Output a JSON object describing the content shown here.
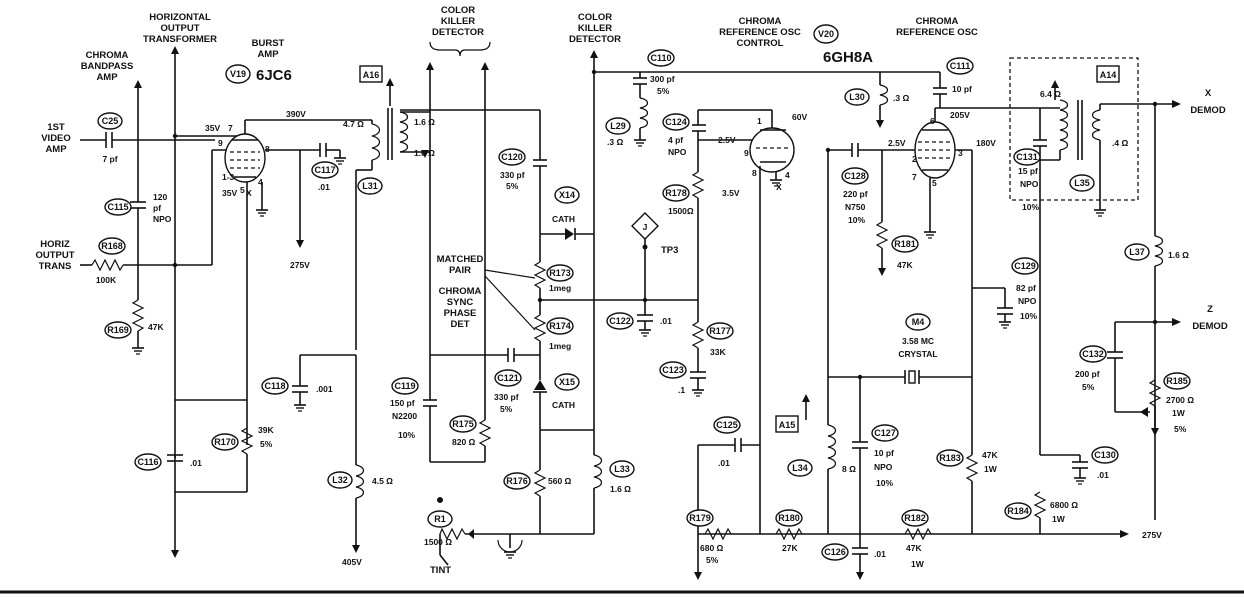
{
  "headings": {
    "horizontal_output_transformer": [
      "HORIZONTAL",
      "OUTPUT",
      "TRANSFORMER"
    ],
    "chroma_bandpass_amp": [
      "CHROMA",
      "BANDPASS",
      "AMP"
    ],
    "burst_amp": [
      "BURST",
      "AMP"
    ],
    "color_killer_detector_1": [
      "COLOR",
      "KILLER",
      "DETECTOR"
    ],
    "color_killer_detector_2": [
      "COLOR",
      "KILLER",
      "DETECTOR"
    ],
    "chroma_ref_osc_control": [
      "CHROMA",
      "REFERENCE OSC",
      "CONTROL"
    ],
    "chroma_ref_osc": [
      "CHROMA",
      "REFERENCE OSC"
    ],
    "first_video_amp": [
      "1ST",
      "VIDEO",
      "AMP"
    ],
    "horiz_output_trans": [
      "HORIZ",
      "OUTPUT",
      "TRANS"
    ],
    "matched_pair": [
      "MATCHED",
      "PAIR"
    ],
    "chroma_sync_phase_det": [
      "CHROMA",
      "SYNC",
      "PHASE",
      "DET"
    ],
    "x_demod": [
      "X",
      "DEMOD"
    ],
    "z_demod": [
      "Z",
      "DEMOD"
    ],
    "tint": "TINT",
    "tp3": "TP3",
    "tp_marker": "J"
  },
  "tubes": {
    "v19": {
      "ref": "V19",
      "type": "6JC6"
    },
    "v20": {
      "ref": "V20",
      "type": "6GH8A"
    }
  },
  "modules": {
    "a16": "A16",
    "a15": "A15",
    "a14": "A14"
  },
  "voltages": {
    "v35_top": "35V",
    "v390": "390V",
    "v35_bot": "35V",
    "v275_mid": "275V",
    "v405": "405V",
    "v60": "60V",
    "v25_left": "2.5V",
    "v35_cath": "3.5V",
    "v25_right": "2.5V",
    "v205": "205V",
    "v180": "180V",
    "v275_right": "275V"
  },
  "pins": {
    "p7": "7",
    "p9": "9",
    "p1_3": "1-3",
    "p5": "5",
    "p4": "4",
    "p8": "8",
    "px": "X",
    "v20_1": "1",
    "v20_9": "9",
    "v20_8": "8",
    "v20_4": "4",
    "v20_x": "X",
    "v20_6": "6",
    "v20_2": "2",
    "v20_3": "3",
    "v20_7": "7",
    "v20_5": "5"
  },
  "components": {
    "c25": {
      "ref": "C25",
      "value": [
        "7 pf"
      ]
    },
    "c115": {
      "ref": "C115",
      "value": [
        "120",
        "pf",
        "NPO"
      ]
    },
    "r168": {
      "ref": "R168",
      "value": [
        "100K"
      ]
    },
    "r169": {
      "ref": "R169",
      "value": [
        "47K"
      ]
    },
    "c117": {
      "ref": "C117",
      "value": [
        ".01"
      ]
    },
    "l31": {
      "ref": "L31",
      "value": [
        "4.7 Ω"
      ]
    },
    "a16_windings": {
      "ref": "",
      "value": [
        "1.6 Ω",
        "1.6 Ω"
      ]
    },
    "c118": {
      "ref": "C118",
      "value": [
        ".001"
      ]
    },
    "c116": {
      "ref": "C116",
      "value": [
        ".01"
      ]
    },
    "r170": {
      "ref": "R170",
      "value": [
        "39K",
        "5%"
      ]
    },
    "l32": {
      "ref": "L32",
      "value": [
        "4.5 Ω"
      ]
    },
    "c120": {
      "ref": "C120",
      "value": [
        "330 pf",
        "5%"
      ]
    },
    "x14": {
      "ref": "X14",
      "value": [
        "CATH"
      ]
    },
    "r173": {
      "ref": "R173",
      "value": [
        "1meg"
      ]
    },
    "r174": {
      "ref": "R174",
      "value": [
        "1meg"
      ]
    },
    "c119": {
      "ref": "C119",
      "value": [
        "150 pf",
        "N2200",
        "10%"
      ]
    },
    "c121": {
      "ref": "C121",
      "value": [
        "330 pf",
        "5%"
      ]
    },
    "x15": {
      "ref": "X15",
      "value": [
        "CATH"
      ]
    },
    "r175": {
      "ref": "R175",
      "value": [
        "820 Ω"
      ]
    },
    "r176": {
      "ref": "R176",
      "value": [
        "560 Ω"
      ]
    },
    "l33": {
      "ref": "L33",
      "value": [
        "1.6 Ω"
      ]
    },
    "r1": {
      "ref": "R1",
      "value": [
        "1500 Ω"
      ]
    },
    "c110": {
      "ref": "C110",
      "value": [
        "300 pf",
        "5%"
      ]
    },
    "l29": {
      "ref": "L29",
      "value": [
        ".3 Ω"
      ]
    },
    "c124": {
      "ref": "C124",
      "value": [
        "4 pf",
        "NPO"
      ]
    },
    "r178": {
      "ref": "R178",
      "value": [
        "1500Ω"
      ]
    },
    "c122": {
      "ref": "C122",
      "value": [
        ".01"
      ]
    },
    "r177": {
      "ref": "R177",
      "value": [
        "33K"
      ]
    },
    "c123": {
      "ref": "C123",
      "value": [
        ".1"
      ]
    },
    "c125": {
      "ref": "C125",
      "value": [
        ".01"
      ]
    },
    "r179": {
      "ref": "R179",
      "value": [
        "680 Ω",
        "5%"
      ]
    },
    "r180": {
      "ref": "R180",
      "value": [
        "27K"
      ]
    },
    "l34": {
      "ref": "L34",
      "value": [
        "8 Ω"
      ]
    },
    "c126": {
      "ref": "C126",
      "value": [
        ".01"
      ]
    },
    "c127": {
      "ref": "C127",
      "value": [
        "10 pf",
        "NPO",
        "10%"
      ]
    },
    "c111": {
      "ref": "C111",
      "value": [
        "10 pf"
      ]
    },
    "l30": {
      "ref": "L30",
      "value": [
        ".3 Ω"
      ]
    },
    "c128": {
      "ref": "C128",
      "value": [
        "220 pf",
        "N750",
        "10%"
      ]
    },
    "r181": {
      "ref": "R181",
      "value": [
        "47K"
      ]
    },
    "m4": {
      "ref": "M4",
      "value": [
        "3.58 MC",
        "CRYSTAL"
      ]
    },
    "r182": {
      "ref": "R182",
      "value": [
        "47K",
        "1W"
      ]
    },
    "r183": {
      "ref": "R183",
      "value": [
        "47K",
        "1W"
      ]
    },
    "c129": {
      "ref": "C129",
      "value": [
        "82 pf",
        "NPO",
        "10%"
      ]
    },
    "c131": {
      "ref": "C131",
      "value": [
        "15 pf",
        "NPO",
        "10%"
      ]
    },
    "l35": {
      "ref": "L35",
      "value": [
        ".4 Ω"
      ]
    },
    "a14_winding": {
      "ref": "",
      "value": [
        "6.4 Ω"
      ]
    },
    "l37": {
      "ref": "L37",
      "value": [
        "1.6 Ω"
      ]
    },
    "c132": {
      "ref": "C132",
      "value": [
        "200 pf",
        "5%"
      ]
    },
    "r185": {
      "ref": "R185",
      "value": [
        "2700 Ω",
        "1W",
        "5%"
      ]
    },
    "c130": {
      "ref": "C130",
      "value": [
        ".01"
      ]
    },
    "r184": {
      "ref": "R184",
      "value": [
        "6800 Ω",
        "1W"
      ]
    }
  }
}
